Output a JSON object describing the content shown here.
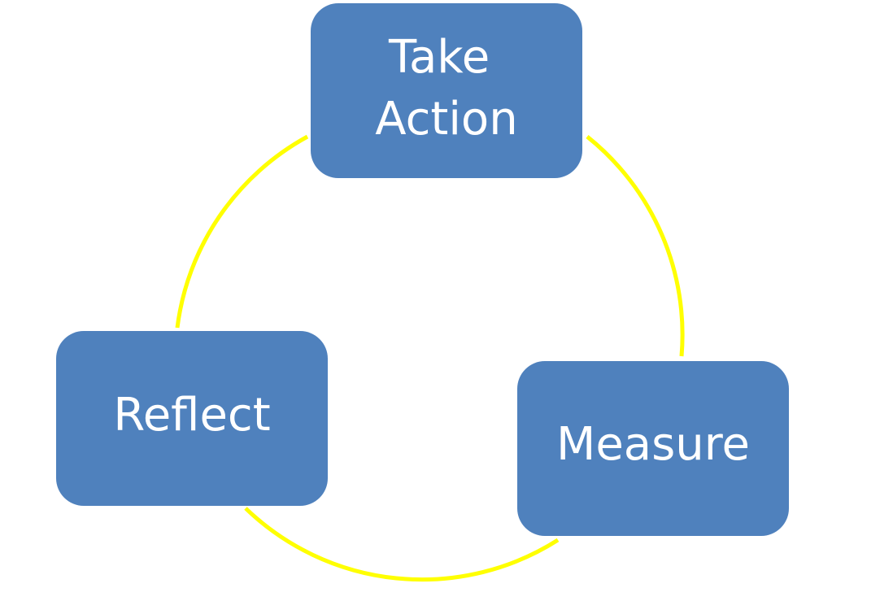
{
  "colors": {
    "node_fill": "#4F81BD",
    "node_text": "#FFFFFF",
    "cycle_line": "#FFFF00",
    "background": "#FFFFFF"
  },
  "nodes": [
    {
      "id": "take-action",
      "lines": [
        "Take",
        "Action"
      ]
    },
    {
      "id": "measure",
      "lines": [
        "Measure"
      ]
    },
    {
      "id": "reflect",
      "lines": [
        "Reflect"
      ]
    }
  ],
  "edges": [
    {
      "from": "take-action",
      "to": "measure"
    },
    {
      "from": "measure",
      "to": "reflect"
    },
    {
      "from": "reflect",
      "to": "take-action"
    }
  ]
}
